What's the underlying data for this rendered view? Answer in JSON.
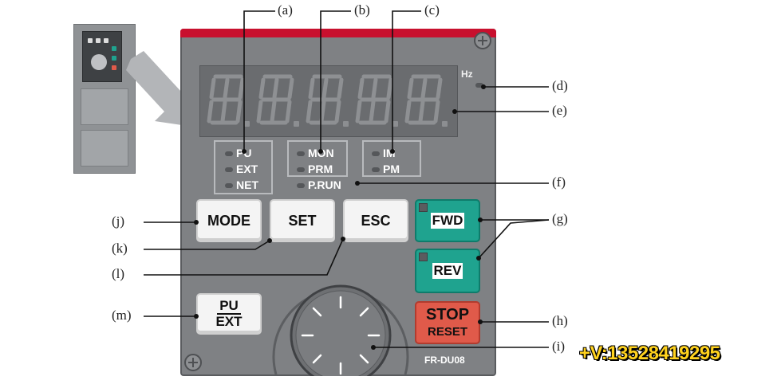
{
  "callouts": [
    "(a)",
    "(b)",
    "(c)",
    "(d)",
    "(e)",
    "(f)",
    "(g)",
    "(h)",
    "(i)",
    "(j)",
    "(k)",
    "(l)",
    "(m)"
  ],
  "display": {
    "unit_label": "Hz"
  },
  "indicators": {
    "mode_group": [
      "PU",
      "EXT",
      "NET"
    ],
    "monitor_group": [
      "MON",
      "PRM"
    ],
    "motor_group": [
      "IM",
      "PM"
    ],
    "program_run": "P.RUN"
  },
  "buttons": {
    "mode": "MODE",
    "set": "SET",
    "esc": "ESC",
    "fwd": "FWD",
    "rev": "REV",
    "stop": "STOP",
    "reset": "RESET",
    "pu": "PU",
    "ext": "EXT"
  },
  "model": "FR-DU08",
  "watermark": "+V:13528419295",
  "colors": {
    "panel": "#7f8184",
    "top_bar": "#c8102e",
    "fwd_rev": "#1fa38f",
    "stop_reset": "#e05a4a",
    "watermark": "#ffd21e"
  }
}
